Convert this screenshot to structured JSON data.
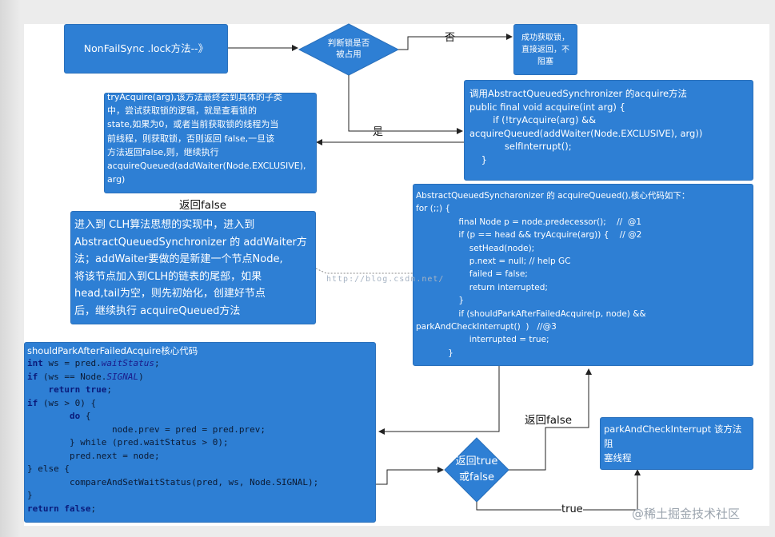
{
  "nodes": {
    "start": "NonFailSync .lock方法--》",
    "decision_locked": "判断锁是否\n被占用",
    "success": "成功获取锁，\n直接返回，不\n阻塞",
    "acquire": "调用AbstractQueuedSynchronizer 的acquire方法\npublic final void acquire(int arg) {\n        if (!tryAcquire(arg) &&\nacquireQueued(addWaiter(Node.EXCLUSIVE), arg))\n            selfInterrupt();\n    }",
    "try_acquire": "tryAcquire(arg),该方法最终会到具体的子类\n中，尝试获取锁的逻辑，就是查看锁的\nstate,如果为0，或者当前获取锁的线程为当\n前线程，则获取锁，否则返回 false,一旦该\n方法返回false,则，继续执行\nacquireQueued(addWaiter(Node.EXCLUSIVE),\narg)",
    "add_waiter": "进入到 CLH算法思想的实现中，进入到\nAbstractQueuedSynchronizer 的 addWaiter方\n法；addWaiter要做的是新建一个节点Node,\n将该节点加入到CLH的链表的尾部，如果\nhead,tail为空，则先初始化，创建好节点\n后，继续执行 acquireQueued方法",
    "acquire_queued": "AbstractQueuedSyncharonizer 的 acquireQueued(),核心代码如下：\nfor (;;) {\n                final Node p = node.predecessor();    //  @1\n                if (p == head && tryAcquire(arg)) {    // @2\n                    setHead(node);\n                    p.next = null; // help GC\n                    failed = false;\n                    return interrupted;\n                }\n                if (shouldParkAfterFailedAcquire(p, node) &&\nparkAndCheckInterrupt()  )   //@3\n                    interrupted = true;\n            }",
    "should_park_title": "shouldParkAfterFailedAcquire核心代码",
    "decision_result": "返回true\n或false",
    "park": "parkAndCheckInterrupt 该方法阻\n塞线程"
  },
  "code_lines": [
    {
      "k1": "int",
      "t1": " ws = pred.",
      "f1": "waitStatus",
      "t2": ";"
    },
    {
      "k1": "if",
      "t1": " (ws == Node.",
      "f1": "SIGNAL",
      "t2": ")"
    },
    {
      "k1": "    return true",
      "t1": ";",
      "f1": "",
      "t2": ""
    },
    {
      "k1": "if",
      "t1": " (ws > 0) {",
      "f1": "",
      "t2": ""
    },
    {
      "k1": "        do",
      "t1": " {",
      "f1": "",
      "t2": ""
    },
    {
      "k1": "",
      "t1": "                node.prev = pred = pred.prev;",
      "f1": "",
      "t2": ""
    },
    {
      "k1": "",
      "t1": "        } while (pred.waitStatus > 0);",
      "f1": "",
      "t2": ""
    },
    {
      "k1": "",
      "t1": "        pred.next = node;",
      "f1": "",
      "t2": ""
    },
    {
      "k1": "",
      "t1": "} else {",
      "f1": "",
      "t2": ""
    },
    {
      "k1": "",
      "t1": "        compareAndSetWaitStatus(pred, ws, Node.SIGNAL);",
      "f1": "",
      "t2": ""
    },
    {
      "k1": "",
      "t1": "}",
      "f1": "",
      "t2": ""
    },
    {
      "k1": "return false",
      "t1": ";",
      "f1": "",
      "t2": ""
    }
  ],
  "edges": {
    "no": "否",
    "yes": "是",
    "return_false_1": "返回false",
    "return_false_2": "返回false",
    "true": "true"
  },
  "watermark": "@稀土掘金技术社区",
  "watermark_url": "http://blog.csdn.net/",
  "colors": {
    "box": "#2e7fd4",
    "border": "#2a70bb",
    "line": "#222222"
  }
}
